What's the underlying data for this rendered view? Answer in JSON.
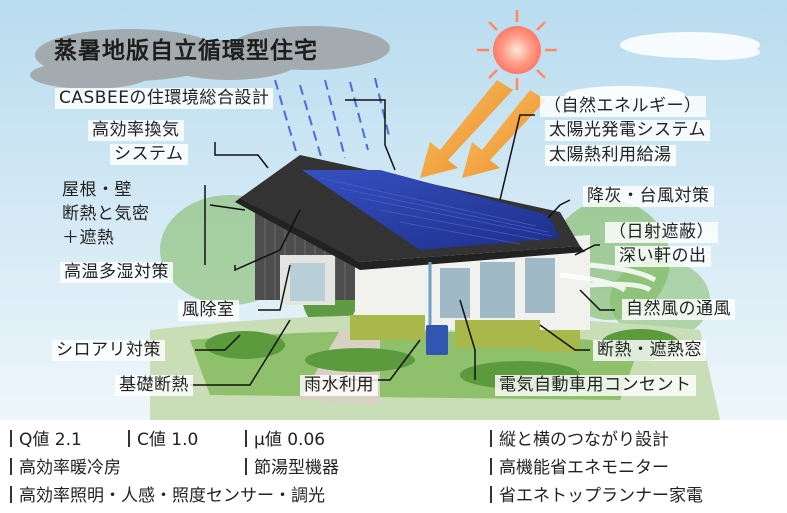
{
  "title": "蒸暑地版自立循環型住宅",
  "labels": {
    "casbee": "CASBEEの住環境総合設計",
    "ventilation_1": "高効率換気",
    "ventilation_2": "システム",
    "insulation_1": "屋根・壁",
    "insulation_2": "断熱と気密",
    "insulation_3": "＋遮熱",
    "humidity": "高温多湿対策",
    "windbreak": "風除室",
    "termite": "シロアリ対策",
    "foundation": "基礎断熱",
    "rainwater": "雨水利用",
    "ev_outlet": "電気自動車用コンセント",
    "renewable_1": "（自然エネルギー）",
    "renewable_2": "太陽光発電システム",
    "renewable_3": "太陽熱利用給湯",
    "ash_typhoon": "降灰・台風対策",
    "shading_1": "（日射遮蔽）",
    "shading_2": "深い軒の出",
    "natural_wind": "自然風の通風",
    "windows": "断熱・遮熱窓"
  },
  "specs": {
    "q_value": "Q値 2.1",
    "c_value": "C値 1.0",
    "mu_value": "μ値 0.06",
    "design": "縦と横のつながり設計",
    "hvac": "高効率暖冷房",
    "water_saving": "節湯型機器",
    "monitor": "高機能省エネモニター",
    "lighting": "高効率照明・人感・照度センサー・調光",
    "appliances": "省エネトップランナー家電"
  },
  "colors": {
    "sky": "#cfe6f3",
    "solar_panel": "#2a3fa8",
    "roof": "#3a3a3a",
    "wall": "#4a4a4a",
    "arrow": "#f0a030",
    "sun": "#ff8a7a",
    "grass": "#6aa84f"
  }
}
